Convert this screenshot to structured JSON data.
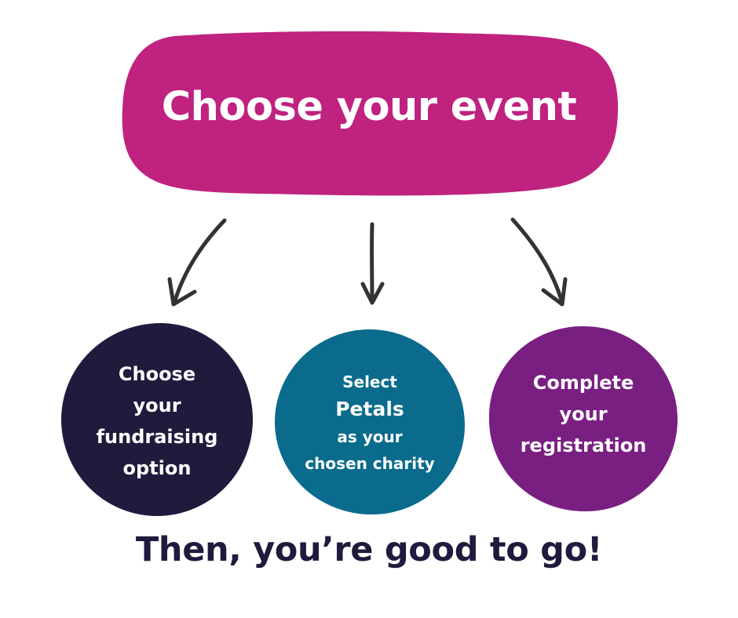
{
  "title": {
    "text": "Choose your event",
    "color": "#c0227f"
  },
  "options": [
    {
      "lines": [
        "Choose",
        "your",
        "fundraising",
        "option"
      ],
      "color": "#1f1b3d"
    },
    {
      "lines": [
        "Select",
        "Petals",
        "as your",
        "chosen charity"
      ],
      "color": "#0a6b8c"
    },
    {
      "lines": [
        "Complete",
        "your",
        "registration"
      ],
      "color": "#7a1f82"
    }
  ],
  "footer": {
    "text": "Then, you’re good to go!",
    "color": "#1f1b3d"
  },
  "arrow_color": "#333333"
}
